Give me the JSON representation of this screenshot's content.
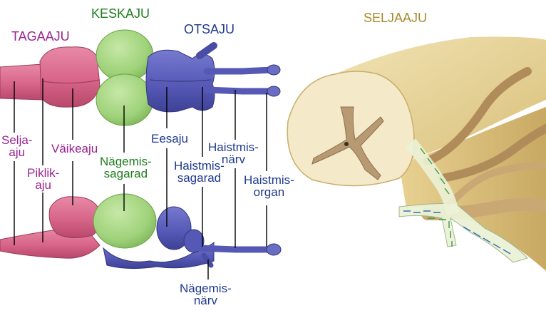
{
  "colors": {
    "hindbrain": "#d8658a",
    "midbrain": "#9fd27a",
    "forebrain": "#5558b4",
    "spinal_cord": "#ead9a6",
    "text_hindbrain": "#9a2390",
    "text_midbrain": "#1e7d1e",
    "text_forebrain": "#1f3a8e",
    "text_spinal": "#a88a2c"
  },
  "headings": {
    "hindbrain": "TAGAAJU",
    "midbrain": "KESKAJU",
    "forebrain": "OTSAJU",
    "spinal_cord": "SELJAAJU"
  },
  "labels": {
    "seljaaju": [
      "Selja-",
      "aju"
    ],
    "piklikaju": [
      "Piklik-",
      "aju"
    ],
    "vaikeaju": [
      "Väikeaju"
    ],
    "nagemissagarad": [
      "Nägemis-",
      "sagarad"
    ],
    "eesaju": [
      "Eesaju"
    ],
    "haistmissagarad": [
      "Haistmis-",
      "sagarad"
    ],
    "haistmisnarv": [
      "Haistmis-",
      "närv"
    ],
    "haistmisorgan": [
      "Haistmis-",
      "organ"
    ],
    "nagemisnarv": [
      "Nägemis-",
      "närv"
    ]
  }
}
